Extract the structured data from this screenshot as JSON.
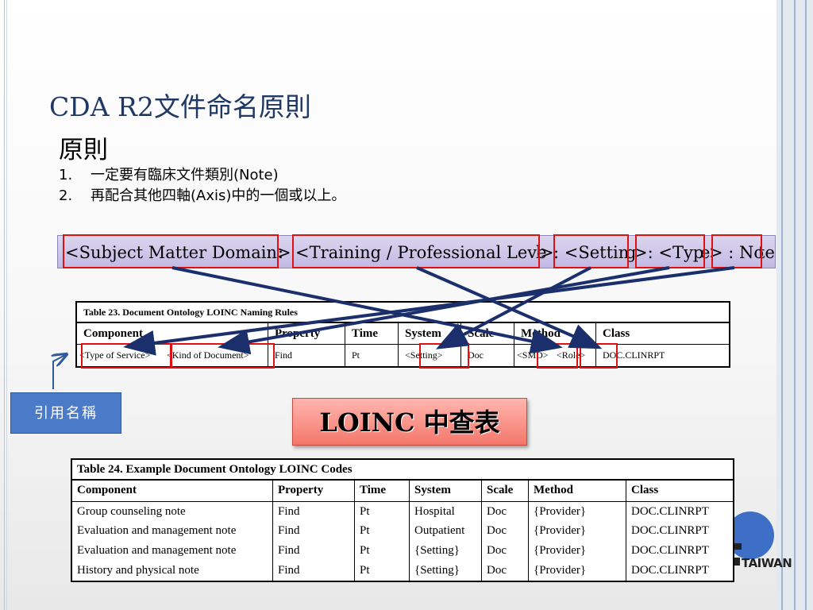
{
  "slide": {
    "title": "CDA R2文件命名原則",
    "subtitle": "原則",
    "points": [
      {
        "num": "1.",
        "text": "一定要有臨床文件類別(Note)"
      },
      {
        "num": "2.",
        "text": "再配合其他四軸(Axis)中的一個或以上。"
      }
    ]
  },
  "naming_bar": {
    "segments": [
      "<Subject Matter Domain>",
      " : ",
      "<Training / Professional Leve",
      "l",
      " >",
      ": <Settin",
      "g",
      ">: <Typ",
      "e",
      "> : No",
      "te"
    ]
  },
  "table23": {
    "caption": "Table 23. Document Ontology LOINC Naming Rules",
    "headers": [
      "Component",
      "Property",
      "Time",
      "System",
      "Scale",
      "Method",
      "Class"
    ],
    "row": [
      "<Type of Service>",
      "<Kind of Document>",
      "Find",
      "Pt",
      "<Setting>",
      "Doc",
      "<SMD>",
      "<Role>",
      "DOC.CLINRPT"
    ]
  },
  "reference_label": "引用名稱",
  "loinc_label": "LOINC 中查表",
  "table24": {
    "caption": "Table 24. Example Document Ontology LOINC Codes",
    "headers": [
      "Component",
      "Property",
      "Time",
      "System",
      "Scale",
      "Method",
      "Class"
    ],
    "rows": [
      [
        "Group counseling note",
        "Find",
        "Pt",
        "Hospital",
        "Doc",
        "{Provider}",
        "DOC.CLINRPT"
      ],
      [
        "Evaluation and management note",
        "Find",
        "Pt",
        "Outpatient",
        "Doc",
        "{Provider}",
        "DOC.CLINRPT"
      ],
      [
        "Evaluation and management note",
        "Find",
        "Pt",
        "{Setting}",
        "Doc",
        "{Provider}",
        "DOC.CLINRPT"
      ],
      [
        "History and physical note",
        "Find",
        "Pt",
        "{Setting}",
        "Doc",
        "{Provider}",
        "DOC.CLINRPT"
      ]
    ]
  },
  "logo_text": "TAIWAN",
  "colors": {
    "title": "#1f3864",
    "highlight_red": "#e01010",
    "arrow_navy": "#1a2f6b",
    "ref_box": "#4a7ac8",
    "loinc_box": "#f5776b"
  }
}
